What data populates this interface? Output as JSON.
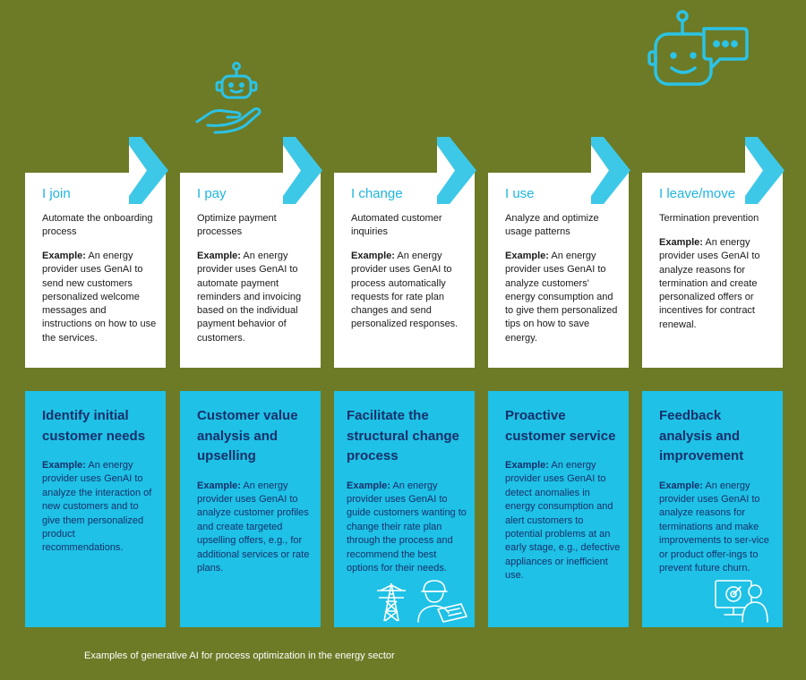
{
  "columns": [
    {
      "stage": "I join",
      "subtitle": "Automate the onboarding process",
      "example_label": "Example:",
      "example_text": "An energy provider uses GenAI to send new customers personalized welcome messages and instructions on how to use the services.",
      "blue_title": "Identify initial customer needs",
      "blue_example_label": "Example:",
      "blue_example_text": "An energy provider uses GenAI to analyze the interaction of new customers and to give them personalized product recommendations."
    },
    {
      "stage": "I pay",
      "subtitle": "Optimize payment processes",
      "example_label": "Example:",
      "example_text": "An energy provider uses GenAI to automate payment reminders and invoicing based on the individual payment behavior of customers.",
      "blue_title": "Customer value analysis and upselling",
      "blue_example_label": "Example:",
      "blue_example_text": "An energy provider uses GenAI to analyze customer profiles and create targeted upselling offers, e.g., for additional services or rate plans."
    },
    {
      "stage": "I change",
      "subtitle": "Automated customer inquiries",
      "example_label": "Example:",
      "example_text": "An energy provider uses GenAI to process automatically requests for rate plan changes and send personalized responses.",
      "blue_title": "Facilitate the structural change process",
      "blue_example_label": "Example:",
      "blue_example_text": "An energy provider uses GenAI to guide customers wanting to change their rate plan through the process and recommend the best options for their needs."
    },
    {
      "stage": "I use",
      "subtitle": "Analyze and optimize usage patterns",
      "example_label": "Example:",
      "example_text": "An energy provider uses GenAI to analyze customers' energy consumption and to give them personalized tips on how to save energy.",
      "blue_title": "Proactive customer service",
      "blue_example_label": "Example:",
      "blue_example_text": "An energy provider uses GenAI to detect anomalies in energy consumption and alert customers to potential problems at an early stage, e.g., defective appliances or inefficient use."
    },
    {
      "stage": "I leave/move",
      "subtitle": "Termination prevention",
      "example_label": "Example:",
      "example_text": "An energy provider uses GenAI to analyze reasons for termination and create personalized offers or incentives for contract renewal.",
      "blue_title": "Feedback analysis and improvement",
      "blue_example_label": "Example:",
      "blue_example_text": "An energy provider uses GenAI to analyze reasons for terminations and make improvements to ser-vice or product offer-ings to prevent future churn."
    }
  ],
  "caption": "Examples of generative AI for process optimization in the energy sector",
  "icons": [
    "robot-hand-icon",
    "chatbot-icon",
    "power-pylon-icon",
    "worker-plan-icon",
    "person-monitor-icon"
  ],
  "colors": {
    "background": "#6d7a26",
    "accent": "#1fc1e6",
    "chevron": "#3dc8e8",
    "dark_text": "#16306b"
  }
}
